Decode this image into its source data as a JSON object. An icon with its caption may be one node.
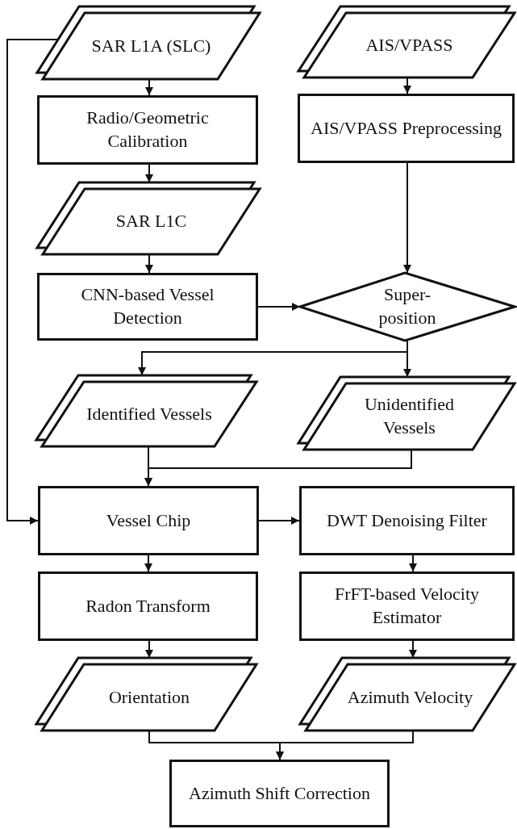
{
  "diagram": {
    "nodes": [
      {
        "text": [
          "SAR L1A (SLC)"
        ]
      },
      {
        "text": [
          "AIS/VPASS"
        ]
      },
      {
        "text": [
          "Radio/Geometric Calibration"
        ]
      },
      {
        "text": [
          "AIS/VPASS Preprocessing"
        ]
      },
      {
        "text": [
          "SAR L1C"
        ]
      },
      {
        "text": [
          "CNN-based Vessel Detection"
        ]
      },
      {
        "text": [
          "Super-position"
        ]
      },
      {
        "text": [
          "Identified Vessels"
        ]
      },
      {
        "text": [
          "Unidentified Vessels"
        ]
      },
      {
        "text": [
          "Vessel Chip"
        ]
      },
      {
        "text": [
          "DWT Denoising Filter"
        ]
      },
      {
        "text": [
          "Radon Transform"
        ]
      },
      {
        "text": [
          "FrFT-based Velocity Estimator"
        ]
      },
      {
        "text": [
          "Orientation"
        ]
      },
      {
        "text": [
          "Azimuth Velocity"
        ]
      },
      {
        "text": [
          "Azimuth Shift Correction"
        ]
      }
    ],
    "edges": [
      {
        "from": 0,
        "to": 2,
        "arrow": "to"
      },
      {
        "from": 2,
        "to": 4,
        "arrow": "to"
      },
      {
        "from": 4,
        "to": 5,
        "arrow": "to"
      },
      {
        "from": 1,
        "to": 3,
        "arrow": "to"
      },
      {
        "from": 3,
        "to": 6,
        "arrow": "to"
      },
      {
        "from": 5,
        "to": 6,
        "arrow": "to"
      },
      {
        "from": 6,
        "to": 7,
        "arrow": "to"
      },
      {
        "from": 6,
        "to": 8,
        "arrow": "to"
      },
      {
        "from": 7,
        "to": 9,
        "arrow": "to"
      },
      {
        "from": 8,
        "to": 9,
        "arrow": "to"
      },
      {
        "from": 0,
        "to": 9,
        "arrow": "to"
      },
      {
        "from": 9,
        "to": 10,
        "arrow": "to"
      },
      {
        "from": 9,
        "to": 11,
        "arrow": "to"
      },
      {
        "from": 10,
        "to": 12,
        "arrow": "to"
      },
      {
        "from": 11,
        "to": 13,
        "arrow": "to"
      },
      {
        "from": 12,
        "to": 14,
        "arrow": "to"
      },
      {
        "from": 13,
        "to": 15,
        "arrow": "to"
      },
      {
        "from": 14,
        "to": 15,
        "arrow": "to"
      }
    ]
  }
}
